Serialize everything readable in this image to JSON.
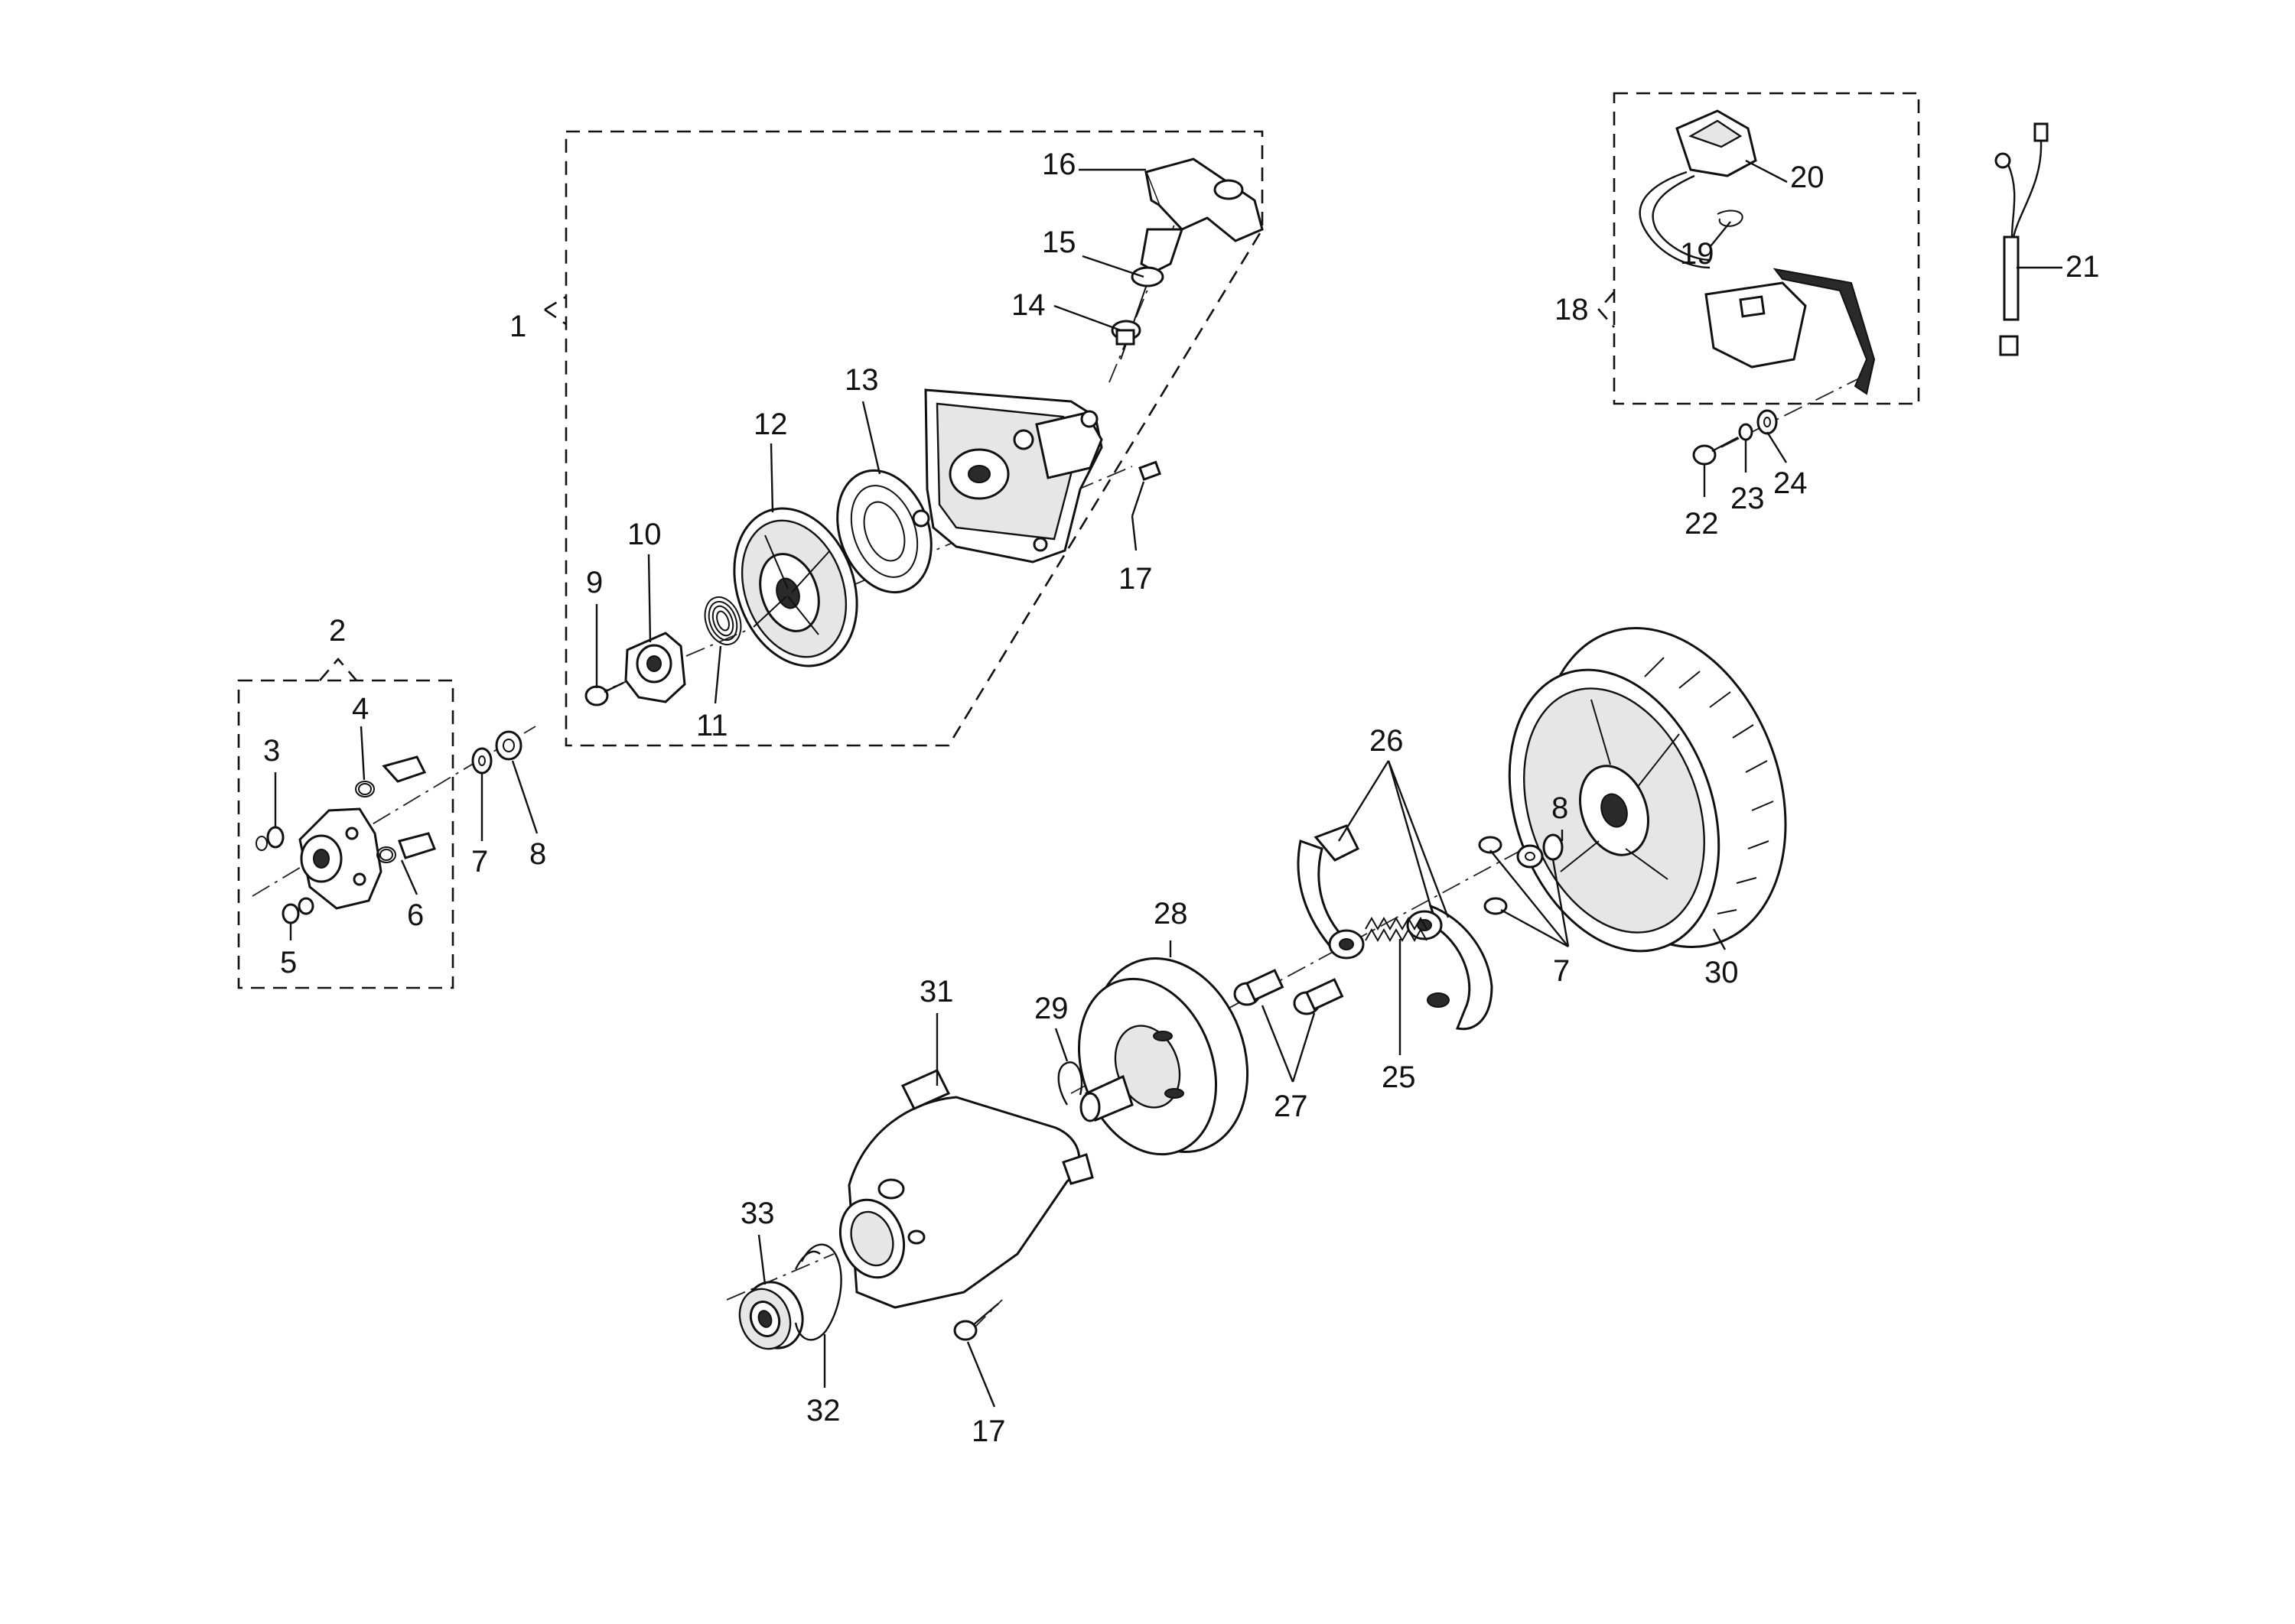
{
  "labels": {
    "l1": "1",
    "l2": "2",
    "l3": "3",
    "l4": "4",
    "l5": "5",
    "l6": "6",
    "l7a": "7",
    "l7b": "7",
    "l8a": "8",
    "l8b": "8",
    "l9": "9",
    "l10": "10",
    "l11": "11",
    "l12": "12",
    "l13": "13",
    "l14": "14",
    "l15": "15",
    "l16": "16",
    "l17a": "17",
    "l17b": "17",
    "l18": "18",
    "l19": "19",
    "l20": "20",
    "l21": "21",
    "l22": "22",
    "l23": "23",
    "l24": "24",
    "l25": "25",
    "l26": "26",
    "l27": "27",
    "l28": "28",
    "l29": "29",
    "l30": "30",
    "l31": "31",
    "l32": "32",
    "l33": "33"
  },
  "parts": [
    {
      "id": "starter-assembly",
      "label": "1"
    },
    {
      "id": "clutch-hub-assembly",
      "label": "2"
    },
    {
      "id": "washer",
      "label": "3"
    },
    {
      "id": "spring",
      "label": "4"
    },
    {
      "id": "nut",
      "label": "5"
    },
    {
      "id": "pawl",
      "label": "6"
    },
    {
      "id": "washer",
      "label": "7"
    },
    {
      "id": "nut",
      "label": "8"
    },
    {
      "id": "screw",
      "label": "9"
    },
    {
      "id": "pawl-cap",
      "label": "10"
    },
    {
      "id": "spring",
      "label": "11"
    },
    {
      "id": "pulley",
      "label": "12"
    },
    {
      "id": "recoil-spring",
      "label": "13"
    },
    {
      "id": "grommet",
      "label": "14"
    },
    {
      "id": "rope",
      "label": "15"
    },
    {
      "id": "handle",
      "label": "16"
    },
    {
      "id": "screw",
      "label": "17"
    },
    {
      "id": "ignition-coil-assembly",
      "label": "18"
    },
    {
      "id": "spring",
      "label": "19"
    },
    {
      "id": "spark-plug-boot",
      "label": "20"
    },
    {
      "id": "stop-wire",
      "label": "21"
    },
    {
      "id": "bolt",
      "label": "22"
    },
    {
      "id": "lock-washer",
      "label": "23"
    },
    {
      "id": "washer",
      "label": "24"
    },
    {
      "id": "clutch-spring",
      "label": "25"
    },
    {
      "id": "clutch-shoe",
      "label": "26"
    },
    {
      "id": "shoulder-bolt",
      "label": "27"
    },
    {
      "id": "clutch-drum",
      "label": "28"
    },
    {
      "id": "snap-ring",
      "label": "29"
    },
    {
      "id": "flywheel",
      "label": "30"
    },
    {
      "id": "clutch-housing",
      "label": "31"
    },
    {
      "id": "circlip",
      "label": "32"
    },
    {
      "id": "bearing",
      "label": "33"
    }
  ]
}
